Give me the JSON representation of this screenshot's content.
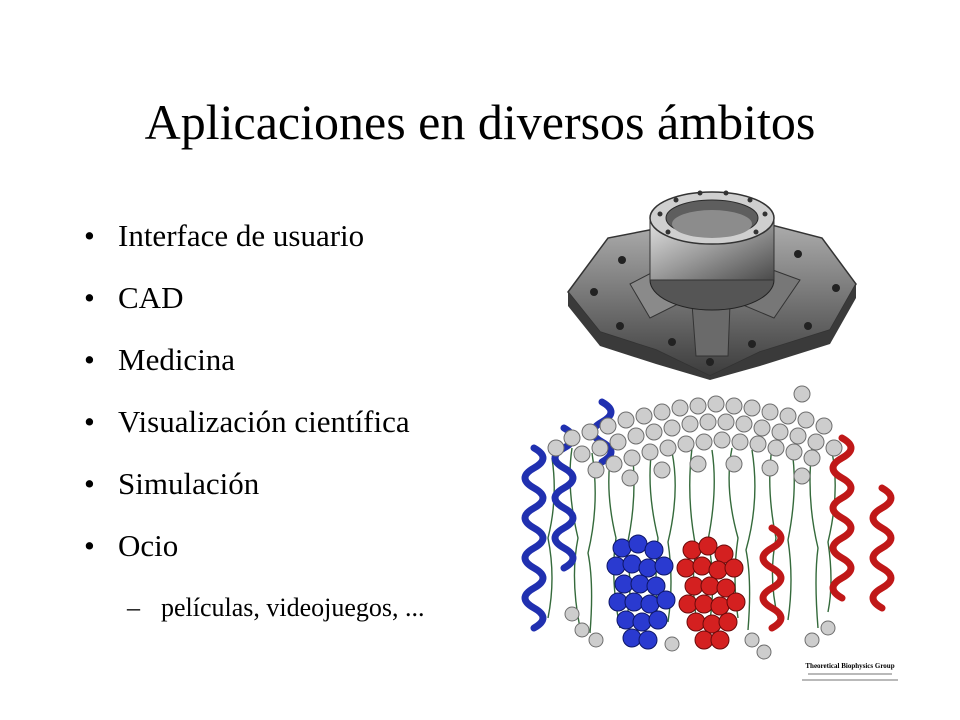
{
  "slide": {
    "title": "Aplicaciones en diversos ámbitos",
    "bullets": [
      {
        "marker": "•",
        "text": "Interface de usuario"
      },
      {
        "marker": "•",
        "text": "CAD"
      },
      {
        "marker": "•",
        "text": "Medicina"
      },
      {
        "marker": "•",
        "text": "Visualización científica"
      },
      {
        "marker": "•",
        "text": "Simulación"
      },
      {
        "marker": "•",
        "text": "Ocio"
      }
    ],
    "sub_bullet": {
      "marker": "–",
      "text": "películas, videojuegos, ..."
    }
  },
  "images": {
    "cad_part": {
      "icon": "cad-mechanical-part-illustration"
    },
    "molecule": {
      "icon": "molecular-membrane-protein-illustration",
      "credit_line1": "Theoretical Biophysics Group",
      "colors": {
        "helix_blue": "#2030b0",
        "helix_red": "#c01818",
        "lipid_grey": "#c8c8c8",
        "lipid_tail_green": "#1f5a26"
      }
    }
  }
}
